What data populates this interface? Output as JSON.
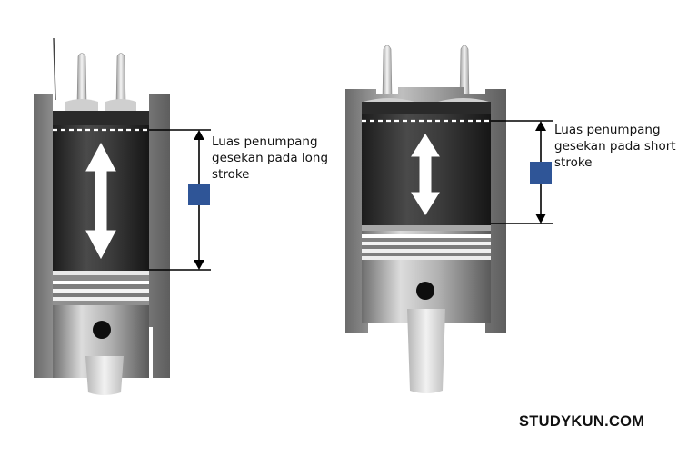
{
  "diagram": {
    "long_stroke_label_lines": [
      "Luas penumpang",
      "gesekan pada long",
      "stroke"
    ],
    "short_stroke_label_lines": [
      "Luas penumpang",
      "gesekan pada short",
      "stroke"
    ],
    "marker_color": "#2f5597",
    "arrow_color": "#ffffff",
    "cylinder_color": "#3a3a3a",
    "piston_color": "#c8c8c8"
  },
  "footer": {
    "brand": "STUDYKUN.COM"
  }
}
